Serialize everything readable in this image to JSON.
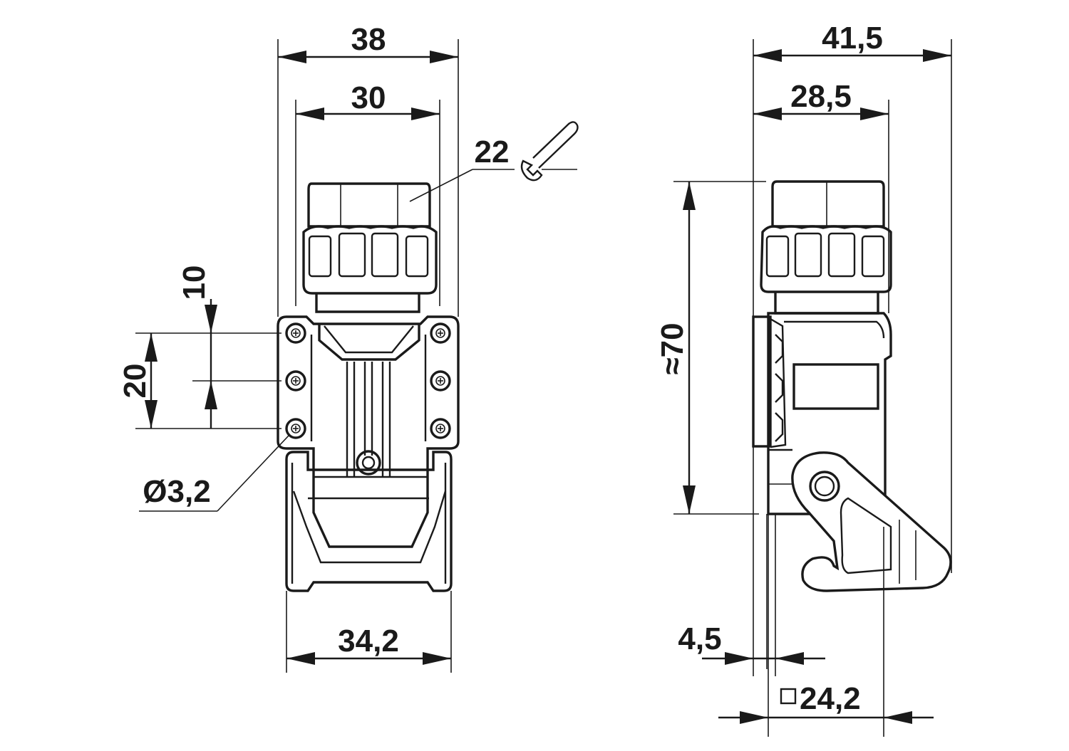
{
  "dimensions": {
    "front_width_outer": "38",
    "front_width_inner": "30",
    "wrench_size": "22",
    "pitch_top": "10",
    "pitch_mid": "20",
    "hole_diameter": "Ø3,2",
    "base_width": "34,2",
    "side_width_outer": "41,5",
    "side_width_inner": "28,5",
    "height": "≈70",
    "flange_offset": "4,5",
    "square_size": "24,2"
  },
  "colors": {
    "line": "#1a1a1a",
    "background": "#ffffff"
  },
  "icons": [
    "wrench-icon",
    "square-symbol-icon"
  ]
}
